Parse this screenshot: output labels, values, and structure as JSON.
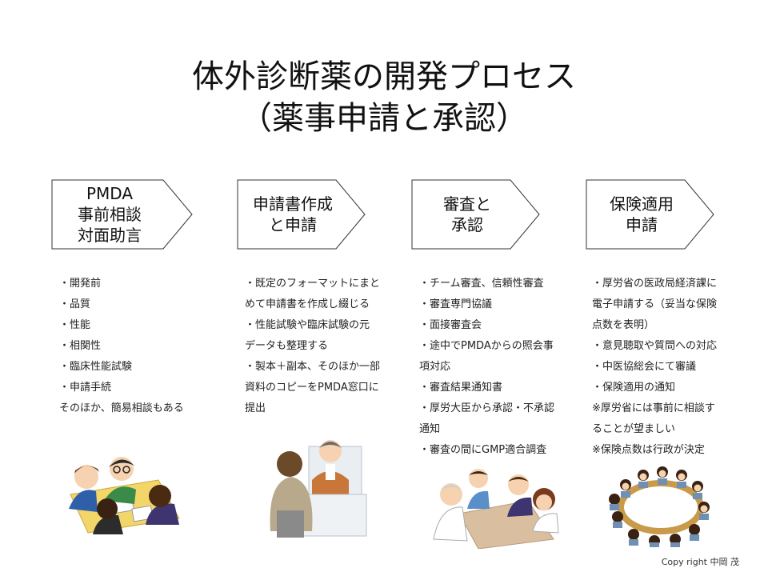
{
  "title": {
    "line1": "体外診断薬の開発プロセス",
    "line2": "（薬事申請と承認）"
  },
  "steps": [
    {
      "lines": [
        "PMDA",
        "事前相談",
        "対面助言"
      ],
      "bullets": [
        "・開発前",
        "・品質",
        "・性能",
        "・相関性",
        "・臨床性能試験",
        "・申請手続",
        "そのほか、簡易相談もある"
      ]
    },
    {
      "lines": [
        "申請書作成",
        "と申請"
      ],
      "bullets": [
        "・既定のフォーマットにまと",
        "めて申請書を作成し綴じる",
        "・性能試験や臨床試験の元",
        "データも整理する",
        "・製本＋副本、そのほか一部",
        "資料のコピーをPMDA窓口に",
        "提出"
      ]
    },
    {
      "lines": [
        "審査と",
        "承認"
      ],
      "bullets": [
        "・チーム審査、信頼性審査",
        "・審査専門協議",
        "・面接審査会",
        "・途中でPMDAからの照会事",
        "項対応",
        "・審査結果通知書",
        "・厚労大臣から承認・不承認",
        "通知",
        "・審査の間にGMP適合調査"
      ]
    },
    {
      "lines": [
        "保険適用",
        "申請"
      ],
      "bullets": [
        "・厚労省の医政局経済課に",
        "電子申請する（妥当な保険",
        "点数を表明）",
        "・意見聴取や質問への対応",
        "・中医協総会にて審議",
        "・保険適用の通知",
        "※厚労省には事前に相談す",
        "ることが望ましい",
        "※保険点数は行政が決定"
      ]
    }
  ],
  "copyright": "Copy right 中岡  茂"
}
